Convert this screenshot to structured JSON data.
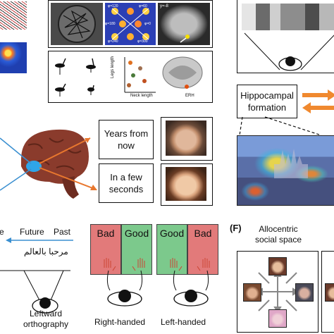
{
  "top_left": {
    "grid_label_1": "φ=120",
    "grid_label_2": "φ=60",
    "grid_label_3": "φ=180",
    "grid_label_4": "φ=0",
    "grid_label_5": "φ=240",
    "grid_label_6": "φ=300",
    "mri_label": "y=-8",
    "axis_y": "Legs length",
    "axis_x": "Neck length",
    "brain_label": "ERH"
  },
  "hippocampal": {
    "label_line1": "Hippocampal",
    "label_line2": "formation"
  },
  "time_panel": {
    "years_line1": "Years from",
    "years_line2": "now",
    "seconds_line1": "In a few",
    "seconds_line2": "seconds"
  },
  "orthography": {
    "left_word": "e",
    "future": "Future",
    "past": "Past",
    "arabic": "مرحبا بالعالم",
    "caption_line1": "Leftward",
    "caption_line2": "orthography"
  },
  "handedness": {
    "right_bad": "Bad",
    "right_good": "Good",
    "left_good": "Good",
    "left_bad": "Bad",
    "right_caption": "Right-handed",
    "left_caption": "Left-handed"
  },
  "social": {
    "panel_letter": "(F)",
    "title_line1": "Allocentric",
    "title_line2": "social space"
  },
  "colors": {
    "arrow_orange": "#e8772e",
    "arrow_blue": "#3a8fd0",
    "bad_red": "#e27a7a",
    "good_green": "#7cc98c",
    "hippo_arrow": "#f0892f"
  }
}
